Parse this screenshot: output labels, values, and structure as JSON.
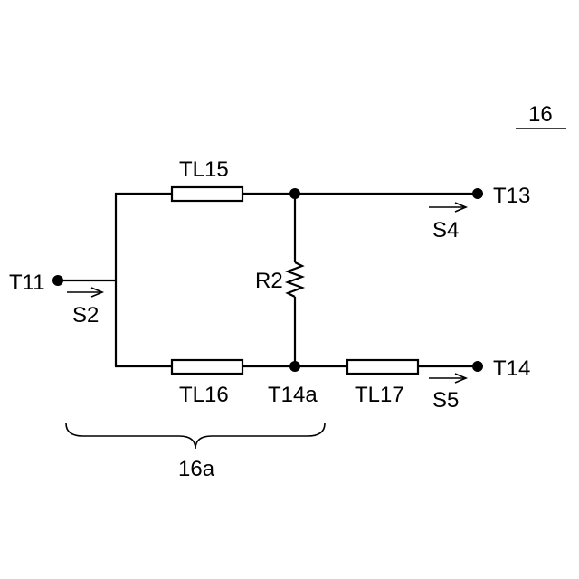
{
  "figure_ref": "16",
  "components": {
    "tl15": "TL15",
    "tl16": "TL16",
    "tl17": "TL17",
    "r2": "R2"
  },
  "terminals": {
    "t11": "T11",
    "t13": "T13",
    "t14": "T14",
    "t14a": "T14a"
  },
  "signals": {
    "s2": "S2",
    "s4": "S4",
    "s5": "S5"
  },
  "group_label": "16a"
}
